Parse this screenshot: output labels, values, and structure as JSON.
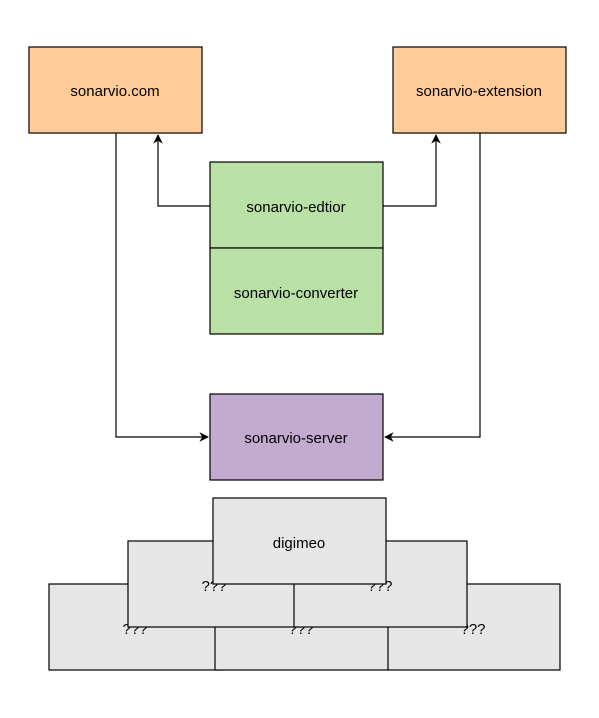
{
  "colors": {
    "orange_fill": "#ffcc99",
    "green_fill": "#b9e0a5",
    "purple_fill": "#c3abd0",
    "gray_fill": "#e6e6e6",
    "stroke": "#000000"
  },
  "nodes": {
    "website": "sonarvio.com",
    "extension": "sonarvio-extension",
    "editor": "sonarvio-edtior",
    "converter": "sonarvio-converter",
    "server": "sonarvio-server",
    "digimeo": "digimeo"
  },
  "stack": {
    "mid_left": "???",
    "mid_right": "???",
    "bottom_left": "???",
    "bottom_center": "???",
    "bottom_right": "???"
  }
}
